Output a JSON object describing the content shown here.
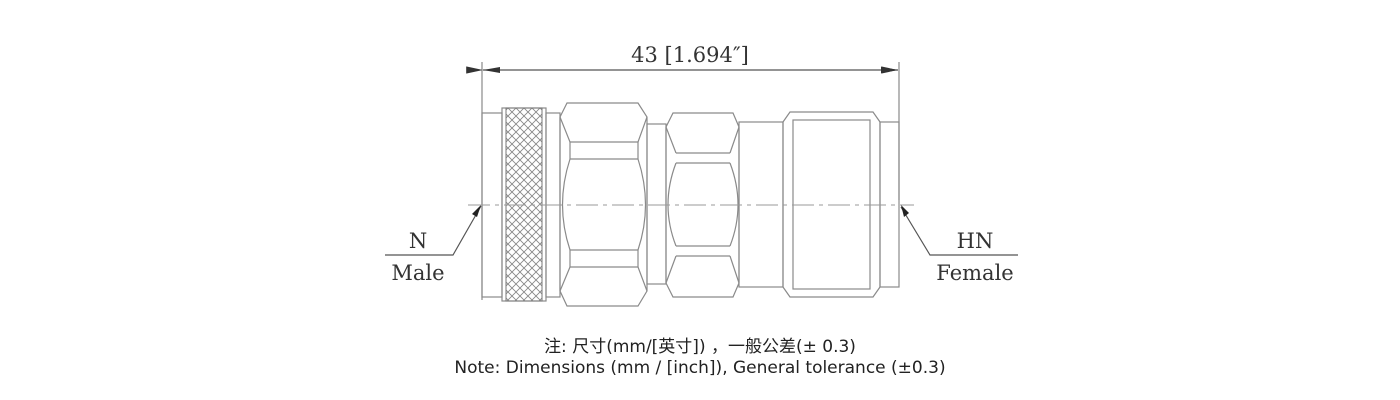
{
  "drawing": {
    "dimension_label": "43 [1.694″]",
    "left_end": {
      "type": "N",
      "gender": "Male"
    },
    "right_end": {
      "type": "HN",
      "gender": "Female"
    }
  },
  "notes": {
    "chinese": "注: 尺寸(mm/[英寸]) ，一般公差(± 0.3)",
    "english": "Note: Dimensions (mm / [inch]), General tolerance (±0.3)"
  }
}
